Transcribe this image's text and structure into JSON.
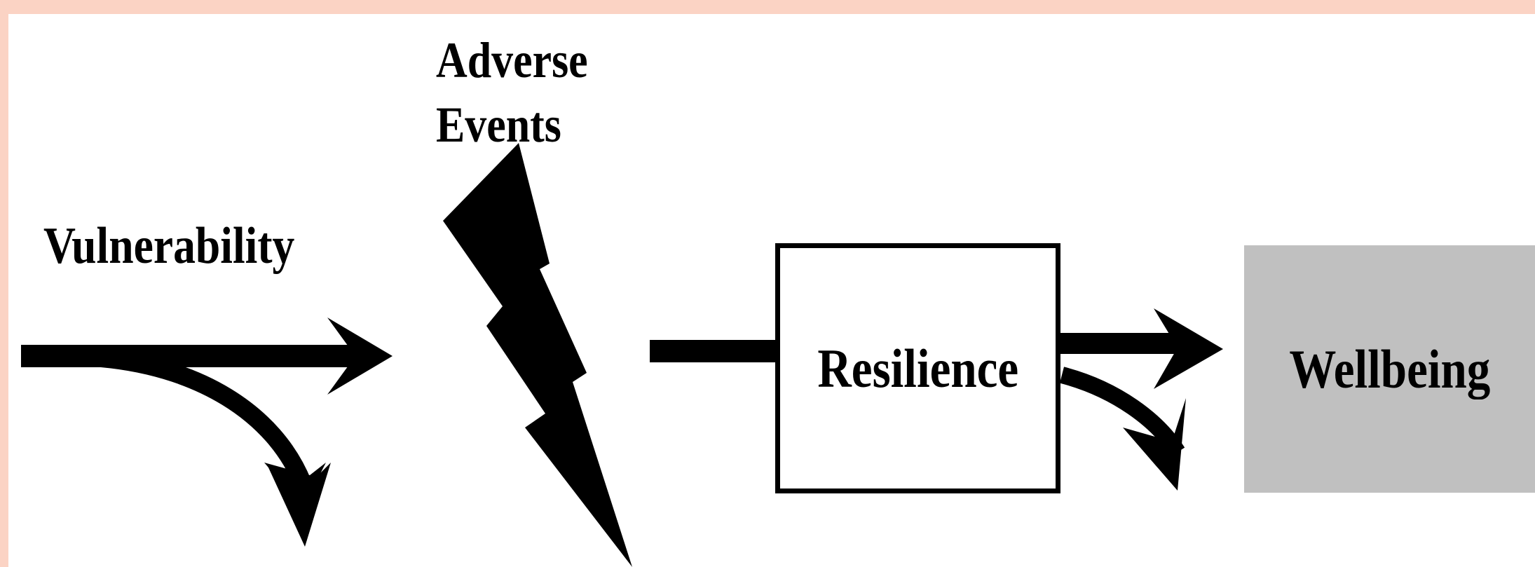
{
  "diagram": {
    "nodes": {
      "adverse_events": {
        "label_line1": "Adverse",
        "label_line2": "Events"
      },
      "vulnerability": {
        "label": "Vulnerability"
      },
      "resilience": {
        "label": "Resilience"
      },
      "wellbeing": {
        "label": "Wellbeing"
      }
    },
    "edges": [
      {
        "from": "vulnerability",
        "to": "adverse_events",
        "kind": "straight-arrow"
      },
      {
        "from": "vulnerability",
        "kind": "curved-branch-arrow"
      },
      {
        "from": "adverse_events",
        "to": "resilience",
        "kind": "line"
      },
      {
        "from": "resilience",
        "to": "wellbeing",
        "kind": "straight-arrow"
      },
      {
        "from": "resilience",
        "kind": "curved-branch-arrow"
      }
    ],
    "colors": {
      "frame": "#fbd3c4",
      "background": "#ffffff",
      "ink": "#000000",
      "wellbeing_fill": "#c0c0c0"
    }
  }
}
